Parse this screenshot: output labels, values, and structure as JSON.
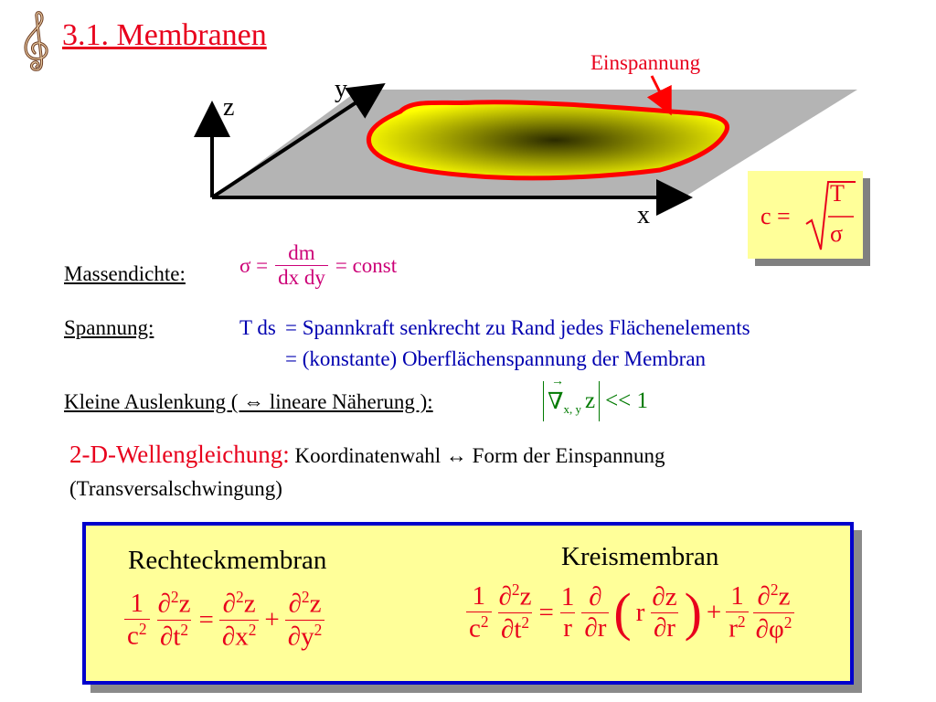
{
  "title": "3.1. Membranen",
  "diagram": {
    "label_einspannung": "Einspannung",
    "axis_x": "x",
    "axis_y": "y",
    "axis_z": "z"
  },
  "speed_formula": {
    "lhs": "c =",
    "num": "T",
    "den": "σ"
  },
  "mass_density": {
    "label": "Massendichte:",
    "lhs": "σ =",
    "num": "dm",
    "den": "dx dy",
    "rhs": "= const"
  },
  "tension": {
    "label": "Spannung:",
    "lhs": "T ds",
    "line1": "= Spannkraft senkrecht zu Rand jedes Flächenelements",
    "line2": "= (konstante) Oberflächenspannung der Membran"
  },
  "small_deflection": {
    "label": "Kleine Auslenkung ( ⇔ lineare Näherung ):",
    "formula_nabla": "∇",
    "formula_sub": "x, y",
    "formula_z": "z",
    "formula_rhs": "<< 1"
  },
  "wave_equation": {
    "heading": "2-D-Wellengleichung:",
    "rest": "Koordinatenwahl ↔ Form der Einspannung",
    "sub": "(Transversalschwingung)"
  },
  "box": {
    "rect_title": "Rechteckmembran",
    "circ_title": "Kreismembran"
  },
  "colors": {
    "title": "#e8001c",
    "membrane_edge": "#ff0000",
    "membrane_fill": "#ffff00",
    "plane": "#b4b4b4",
    "box_border": "#0000cc",
    "box_fill": "#ffff99",
    "magenta": "#cc0077",
    "blue": "#0000b0",
    "green": "#007a00"
  },
  "icons": {
    "clef": "treble-clef-icon"
  }
}
